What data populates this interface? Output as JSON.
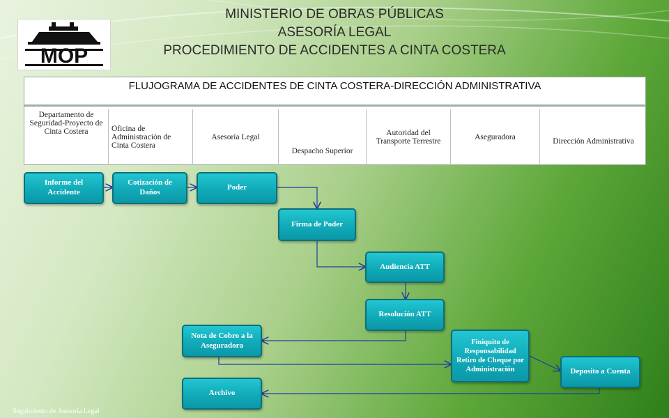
{
  "header": {
    "line1": "MINISTERIO DE OBRAS PÚBLICAS",
    "line2": "ASESORÍA LEGAL",
    "line3": "PROCEDIMIENTO DE ACCIDENTES A CINTA COSTERA"
  },
  "logo": {
    "icon": "mop-logo-icon",
    "text": "MOP"
  },
  "table": {
    "title": "FLUJOGRAMA DE ACCIDENTES DE CINTA COSTERA-DIRECCIÓN ADMINISTRATIVA",
    "columns": [
      "Departamento de Seguridad-Proyecto de Cinta Costera",
      "Oficina de Administración de Cinta Costera",
      "Asesoría Legal",
      "Despacho Superior",
      "Autoridad del Transporte Terrestre",
      "Aseguradora",
      "Dirección Administrativa"
    ]
  },
  "flow": {
    "nodes": [
      "Informe del Accidente",
      "Cotización de Daños",
      "Poder",
      "Firma de Poder",
      "Audiencia ATT",
      "Resolución ATT",
      "Nota de Cobro a la Aseguradora",
      "Finiquito de Responsabilidad Retiro de Cheque por Administración",
      "Deposito a Cuenta",
      "Archivo"
    ]
  },
  "footer": {
    "text": "Seguimiento de Asesoría Legal"
  },
  "colors": {
    "node_fill": "#11aab8",
    "node_border": "#0f6f78",
    "arrow": "#1f3fa0",
    "background_dark": "#2f7f1a"
  }
}
